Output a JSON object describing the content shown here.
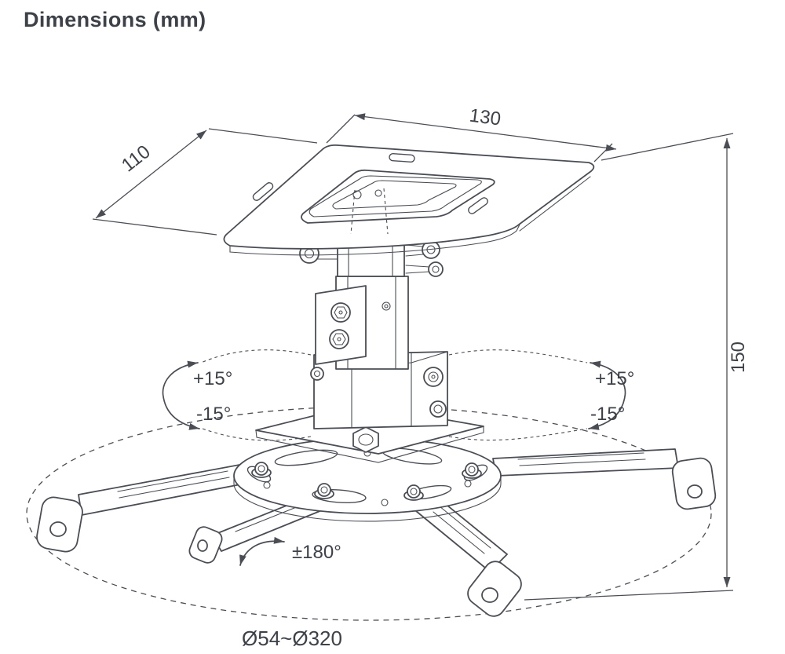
{
  "page": {
    "title": "Dimensions (mm)"
  },
  "diagram": {
    "labels": {
      "top_width": "130",
      "top_depth": "110",
      "height": "150",
      "tilt_left_up": "+15°",
      "tilt_left_down": "-15°",
      "tilt_right_up": "+15°",
      "tilt_right_down": "-15°",
      "rotation_range": "±180°",
      "base_diameter_range": "Ø54~Ø320"
    },
    "colors": {
      "line": "#4a4e54",
      "text": "#3d4249",
      "background": "#ffffff"
    }
  }
}
